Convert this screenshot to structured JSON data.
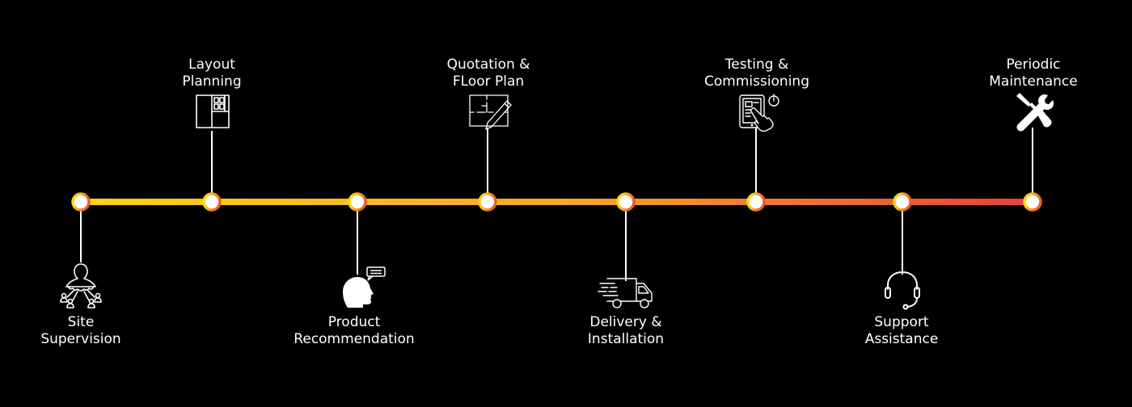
{
  "diagram": {
    "type": "timeline",
    "gradient": {
      "start": "#FFD416",
      "mid": "#F9A825",
      "end": "#E8413A"
    },
    "node": {
      "fill": "#FFFFFF",
      "ring_start": "#FFD416",
      "ring_end": "#F05A28"
    },
    "steps": [
      {
        "id": "site-supervision",
        "line1": "Site",
        "line2": "Supervision",
        "side": "bottom",
        "icon": "org-chart-people-icon"
      },
      {
        "id": "layout-planning",
        "line1": "Layout",
        "line2": "Planning",
        "side": "top",
        "icon": "layout-grid-icon"
      },
      {
        "id": "product-recommendation",
        "line1": "Product",
        "line2": "Recommendation",
        "side": "bottom",
        "icon": "head-speech-bubble-icon"
      },
      {
        "id": "quotation-floor-plan",
        "line1": "Quotation &",
        "line2": "FLoor Plan",
        "side": "top",
        "icon": "floor-plan-pencil-icon"
      },
      {
        "id": "delivery-installation",
        "line1": "Delivery &",
        "line2": "Installation",
        "side": "bottom",
        "icon": "delivery-truck-icon"
      },
      {
        "id": "testing-commissioning",
        "line1": "Testing &",
        "line2": "Commissioning",
        "side": "top",
        "icon": "tablet-touch-timer-icon"
      },
      {
        "id": "support-assistance",
        "line1": "Support",
        "line2": "Assistance",
        "side": "bottom",
        "icon": "headset-icon"
      },
      {
        "id": "periodic-maintenance",
        "line1": "Periodic",
        "line2": "Maintenance",
        "side": "top",
        "icon": "wrench-screwdriver-icon"
      }
    ]
  }
}
